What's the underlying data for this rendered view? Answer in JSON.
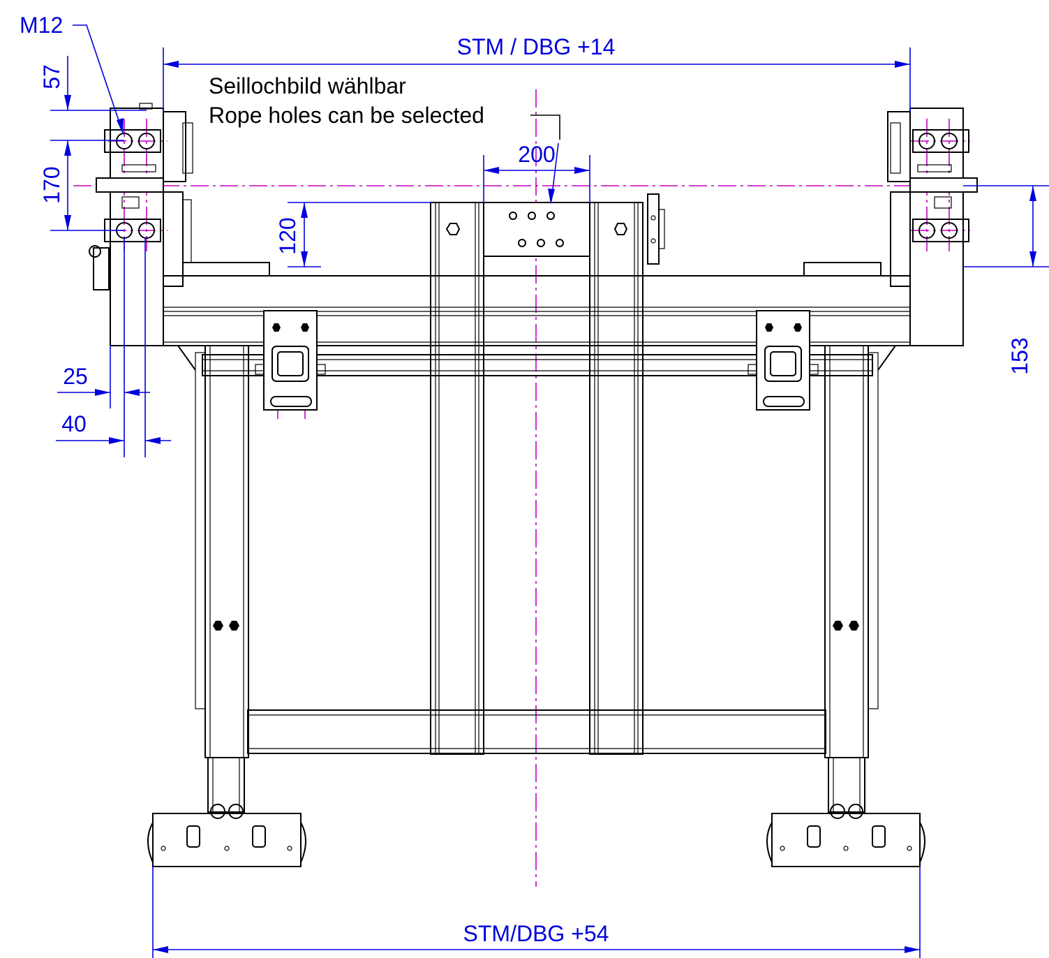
{
  "colors": {
    "dimension": "#0000dd",
    "centerline": "#c000c0",
    "outline": "#000000"
  },
  "dimensions": {
    "top_width": "STM / DBG +14",
    "bottom_width": "STM/DBG +54",
    "thread": "M12",
    "v57": "57",
    "v170": "170",
    "v120": "120",
    "v153": "153",
    "h200": "200",
    "h25": "25",
    "h40": "40"
  },
  "notes": {
    "line_de": "Seillochbild wählbar",
    "line_en": "Rope holes can be selected"
  }
}
